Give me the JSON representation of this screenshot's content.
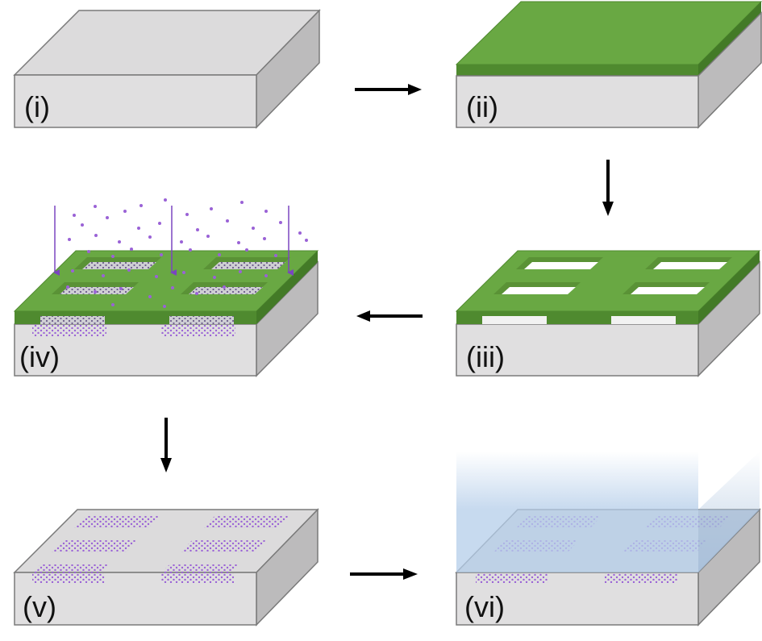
{
  "steps": [
    {
      "label": "(i)"
    },
    {
      "label": "(ii)"
    },
    {
      "label": "(iii)"
    },
    {
      "label": "(iv)"
    },
    {
      "label": "(v)"
    },
    {
      "label": "(vi)"
    }
  ],
  "colors": {
    "substrate_front": "#e0dfe0",
    "substrate_top": "#dcdbdc",
    "substrate_side": "#bcbbbc",
    "outline": "#7a7a7a",
    "resist_top": "#69a843",
    "resist_front": "#4f8a2f",
    "resist_side": "#437a27",
    "resist_hole_wall": "#5a9236",
    "dopant": "#9a62d6",
    "arrow_ion": "#7a45c0",
    "liquid": "#b4cde9",
    "flow_arrow": "#000000"
  }
}
